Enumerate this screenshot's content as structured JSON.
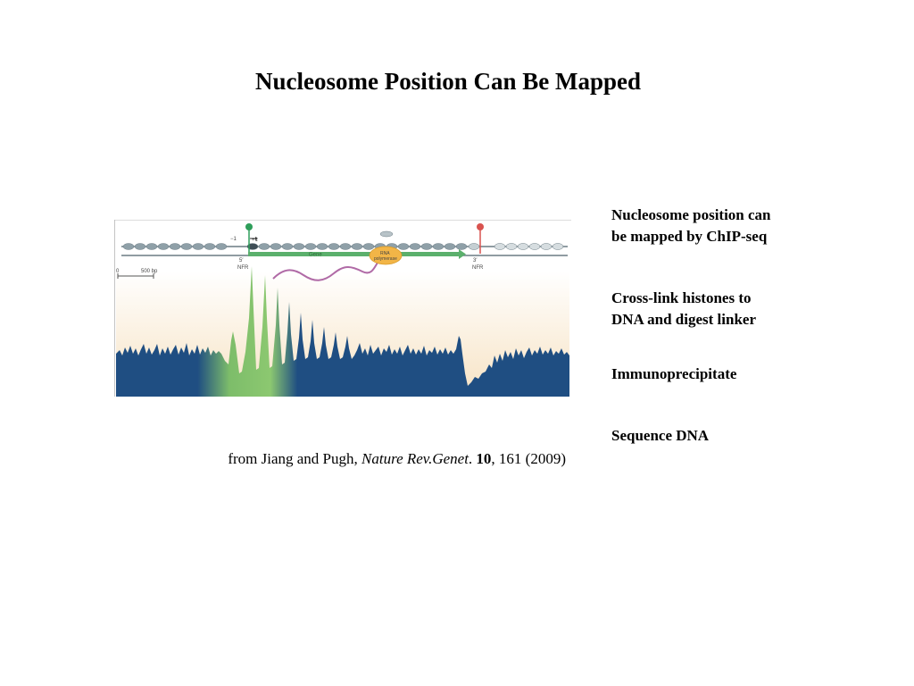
{
  "slide": {
    "title": "Nucleosome Position Can Be Mapped"
  },
  "figure": {
    "labels": {
      "minus_one": "−1",
      "plus_one": "+1",
      "five_prime": "5′",
      "nfr_left": "NFR",
      "gene": "Gene",
      "rna_polymerase_line1": "RNA",
      "rna_polymerase_line2": "polymerase",
      "three_prime": "3′",
      "nfr_right": "NFR",
      "scale_zero": "0",
      "scale_bp": "500 bp"
    },
    "colors": {
      "profile_blue": "#1f4e82",
      "peak_green": "#7dbd6a",
      "gene_arrow": "#5bb06c",
      "polymerase": "#f2b547",
      "rna_strand": "#b06aa6",
      "start_marker": "#2e9e5a",
      "end_marker": "#d9534f",
      "nucleosome": "#8fa0a8"
    }
  },
  "caption": {
    "prefix": "from Jiang and Pugh, ",
    "journal": "Nature Rev.Genet",
    "sep": ". ",
    "volume": "10",
    "rest": ", 161 (2009)"
  },
  "bullets": [
    {
      "line1": "Nucleosome position can",
      "line2": "be mapped by ChIP-seq"
    },
    {
      "line1": "Cross-link histones to",
      "line2": "DNA and digest linker"
    },
    {
      "line1": "Immunoprecipitate",
      "line2": ""
    },
    {
      "line1": "Sequence DNA",
      "line2": ""
    }
  ]
}
